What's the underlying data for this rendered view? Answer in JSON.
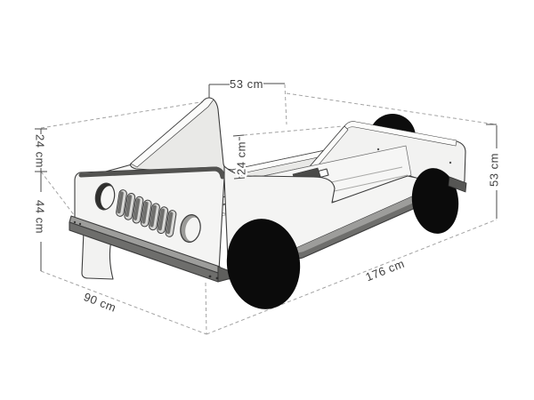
{
  "diagram": {
    "subject": "Car-shaped kids bed (jeep style) - isometric dimension drawing",
    "units": "cm",
    "style": {
      "outline_color": "#3c3c3c",
      "body_color": "#f2f2f1",
      "panel_shade_color": "#e9e9e7",
      "metal_gray": "#6e6e6c",
      "metal_gray_light": "#9d9d9b",
      "wheel_color": "#0b0b0b",
      "dashed_box_color": "#a3a3a3",
      "dimension_text_color": "#3f3f3f"
    },
    "dimensions": {
      "windshield_width": "53 cm",
      "windshield_height": "24 cm",
      "body_height": "44 cm",
      "side_panel_height": "24 cm",
      "rear_height": "53 cm",
      "bed_width": "90 cm",
      "bed_length": "176 cm"
    }
  }
}
